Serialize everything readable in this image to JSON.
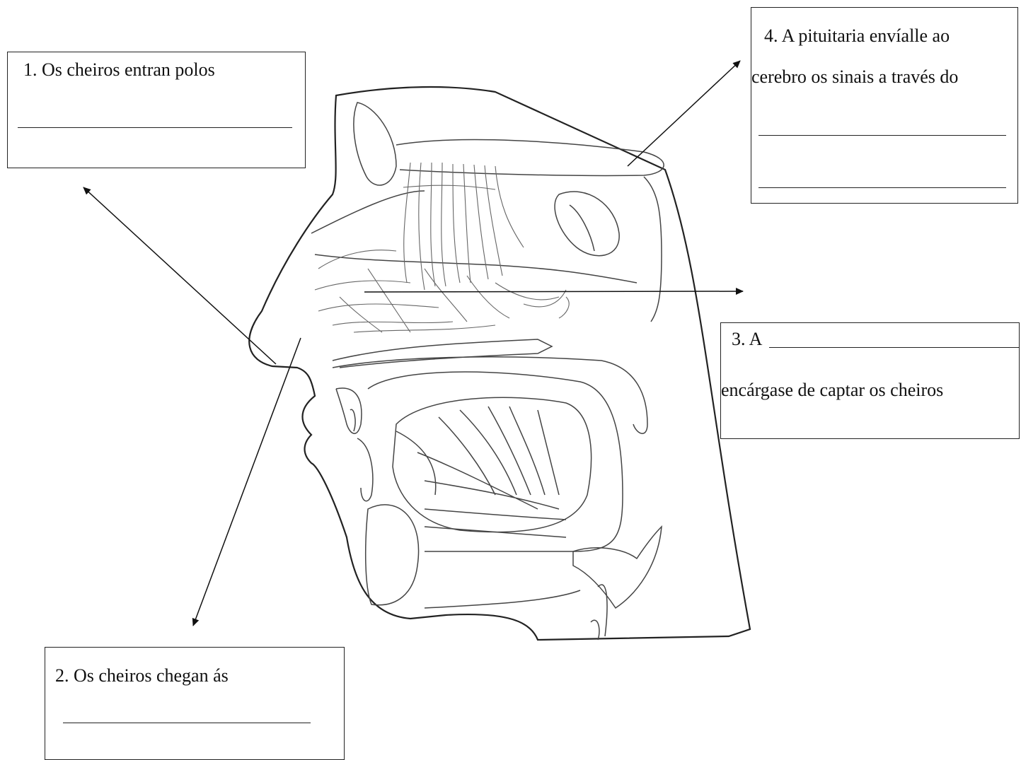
{
  "labels": {
    "box1": {
      "line1": "1. Os cheiros entran polos"
    },
    "box2": {
      "line1": "2. Os cheiros chegan ás"
    },
    "box3": {
      "prefix": "3. A",
      "line2": "encárgase de captar os cheiros"
    },
    "box4": {
      "line1": "4. A pituitaria envíalle ao",
      "line2": "cerebro os sinais a través do"
    }
  },
  "colors": {
    "ink": "#222222",
    "lightInk": "#555555",
    "background": "#ffffff"
  }
}
